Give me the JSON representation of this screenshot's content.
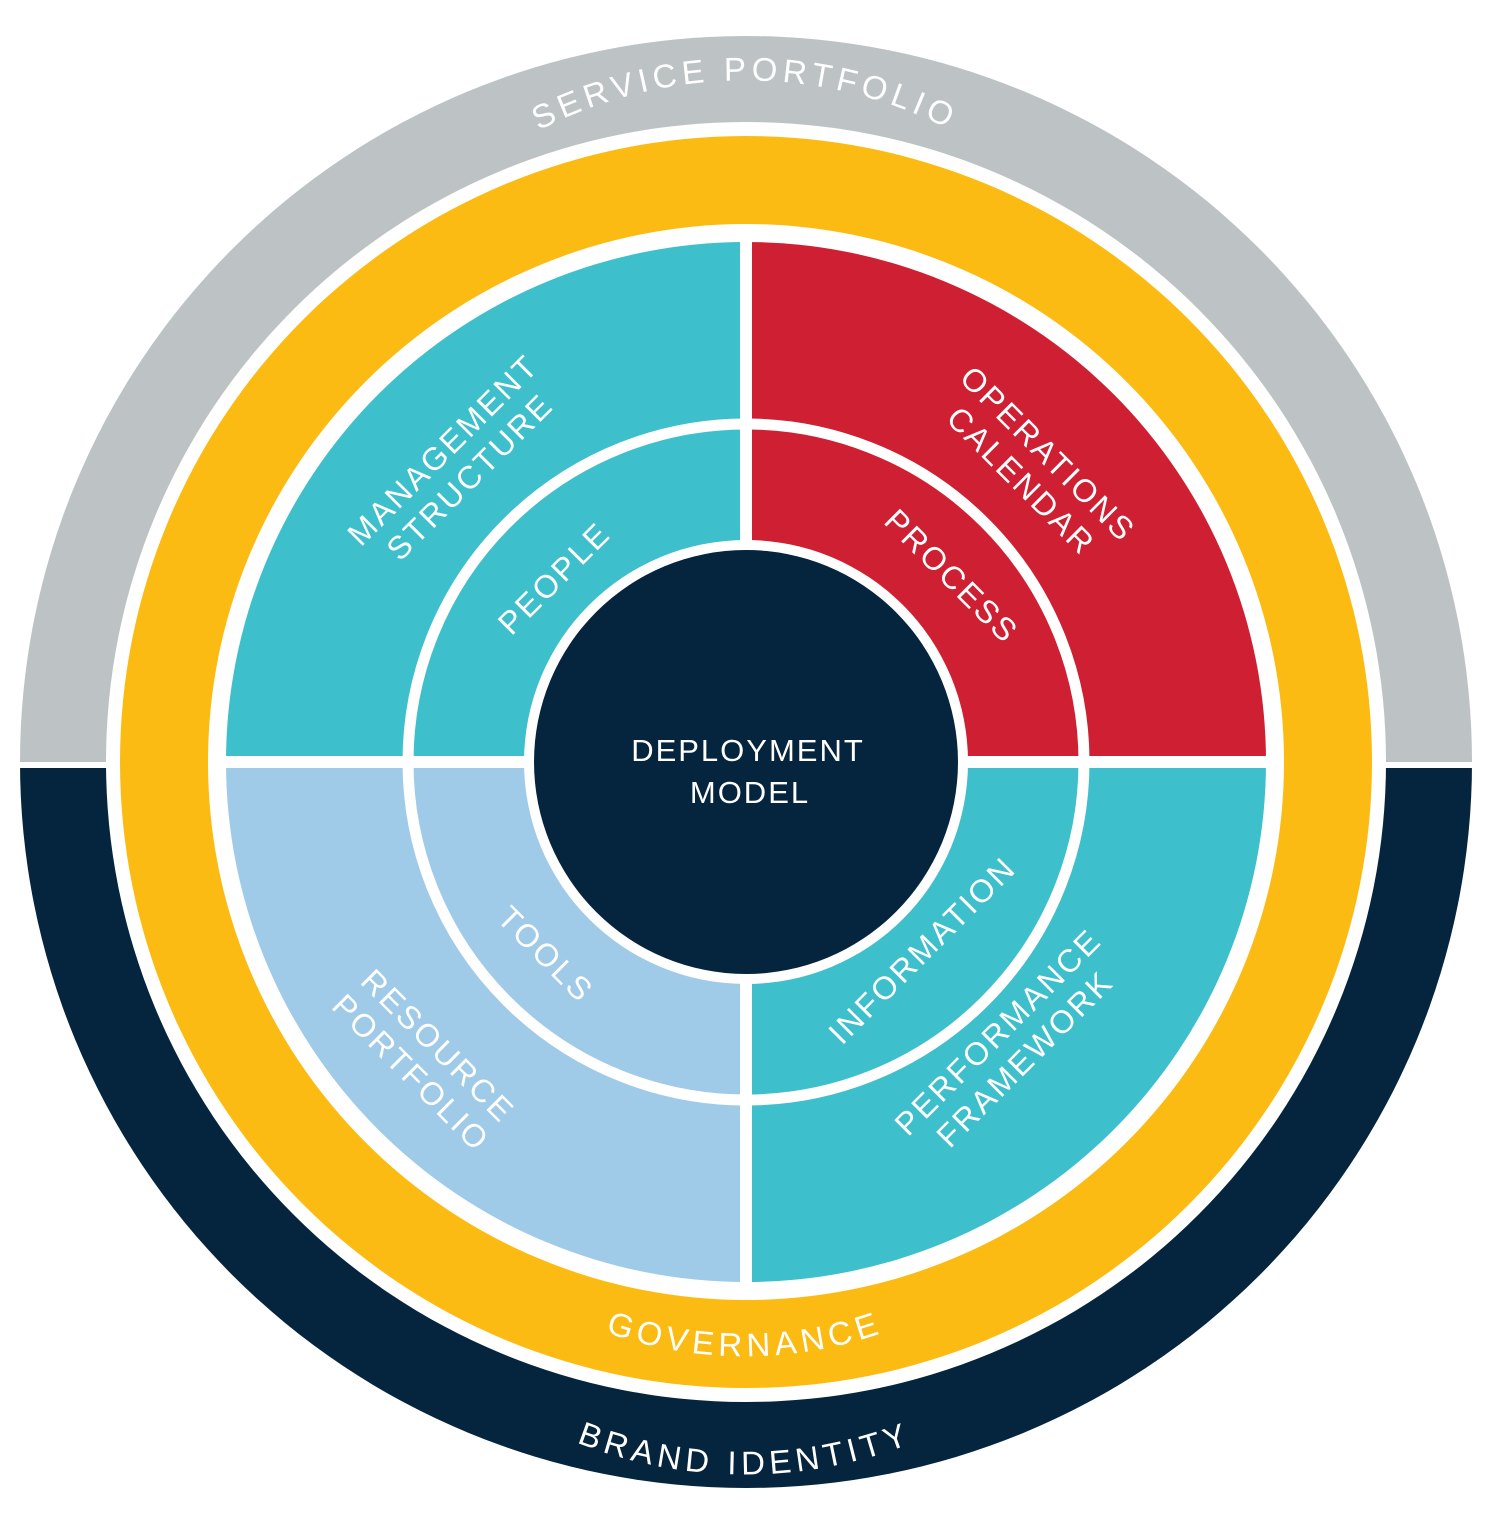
{
  "colors": {
    "service_band": "#BDC3C5",
    "brand_band": "#05243E",
    "governance_ring": "#FBBB12",
    "top_left_quadrant": "#3EBFCC",
    "top_right_quadrant": "#CF1F32",
    "bottom_left_quadrant": "#9FCAE8",
    "bottom_right_quadrant": "#3EBFCC",
    "core": "#05243E",
    "divider": "#ffffff",
    "text": "#ffffff"
  },
  "rings": {
    "outer_top": "SERVICE PORTFOLIO",
    "outer_bottom": "BRAND IDENTITY",
    "governance": "GOVERNANCE"
  },
  "core": {
    "line1": "DEPLOYMENT",
    "line2": "MODEL"
  },
  "quadrants": {
    "top_left": {
      "outer_line1": "MANAGEMENT",
      "outer_line2": "STRUCTURE",
      "inner": "PEOPLE"
    },
    "top_right": {
      "outer_line1": "OPERATIONS",
      "outer_line2": "CALENDAR",
      "inner": "PROCESS"
    },
    "bottom_left": {
      "outer_line1": "RESOURCE",
      "outer_line2": "PORTFOLIO",
      "inner": "TOOLS"
    },
    "bottom_right": {
      "outer_line1": "PERFORMANCE",
      "outer_line2": "FRAMEWORK",
      "inner": "INFORMATION"
    }
  }
}
